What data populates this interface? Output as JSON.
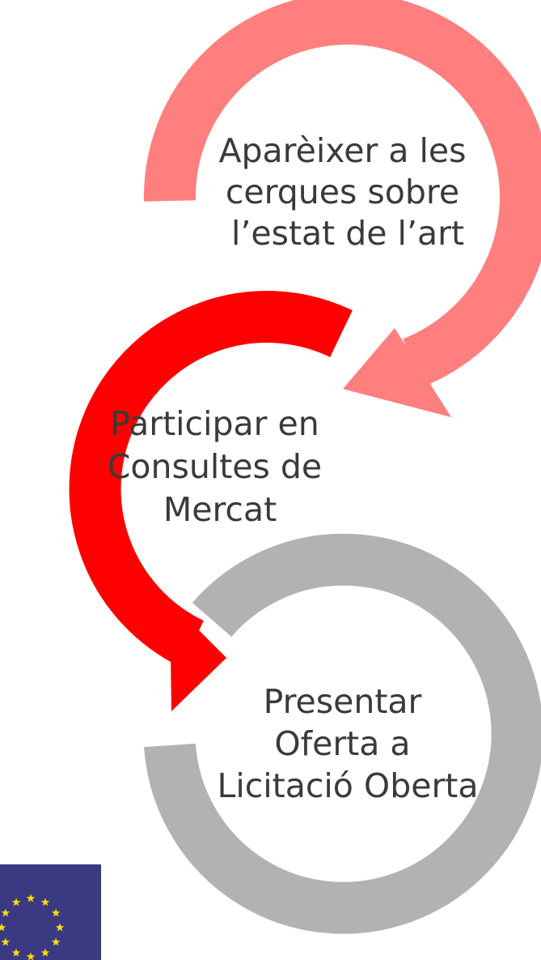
{
  "steps": [
    {
      "lines": [
        "Aparèixer a les",
        "cerques sobre",
        "l’estat de l’art"
      ],
      "color": "#ff7f7f"
    },
    {
      "lines": [
        "Participar en",
        "Consultes de",
        "Mercat"
      ],
      "color": "#ff0000"
    },
    {
      "lines": [
        "Presentar",
        "Oferta a",
        "Licitació Oberta"
      ],
      "color": "#b2b2b2"
    }
  ],
  "eu_flag": {
    "background": "#3a3a82",
    "star_color": "#ffdd00"
  }
}
